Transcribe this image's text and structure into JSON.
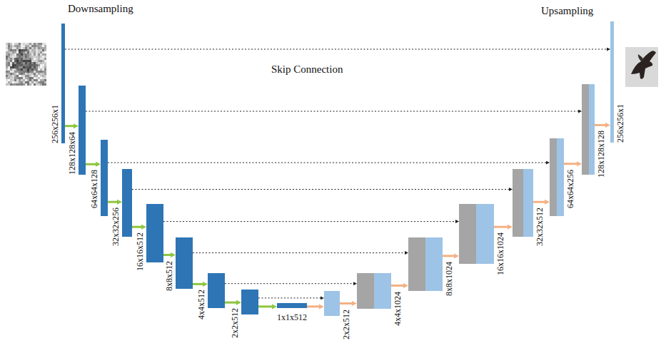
{
  "diagram": {
    "nodes": [
      {
        "text": [
          "256x256x1"
        ]
      },
      {
        "text": [
          "128x128x64"
        ]
      },
      {
        "text": [
          "64x64x128"
        ]
      },
      {
        "text": [
          "32x32x256"
        ]
      },
      {
        "text": [
          "16x16x512"
        ]
      },
      {
        "text": [
          "8x8x512"
        ]
      },
      {
        "text": [
          "4x4x512"
        ]
      },
      {
        "text": [
          "2x2x512"
        ]
      },
      {
        "text": [
          "1x1x512"
        ]
      },
      {
        "text": [
          "2x2x512"
        ]
      },
      {
        "text": [
          "4x4x1024"
        ]
      },
      {
        "text": [
          "8x8x1024"
        ]
      },
      {
        "text": [
          "16x16x1024"
        ]
      },
      {
        "text": [
          "32x32x512"
        ]
      },
      {
        "text": [
          "64x64x256"
        ]
      },
      {
        "text": [
          "128x128x128"
        ]
      },
      {
        "text": [
          "256x256x1"
        ]
      }
    ],
    "edges": [
      {
        "from": 0,
        "to": 1,
        "arrow": "to"
      },
      {
        "from": 1,
        "to": 2,
        "arrow": "to"
      },
      {
        "from": 2,
        "to": 3,
        "arrow": "to"
      },
      {
        "from": 3,
        "to": 4,
        "arrow": "to"
      },
      {
        "from": 4,
        "to": 5,
        "arrow": "to"
      },
      {
        "from": 5,
        "to": 6,
        "arrow": "to"
      },
      {
        "from": 6,
        "to": 7,
        "arrow": "to"
      },
      {
        "from": 7,
        "to": 8,
        "arrow": "to"
      },
      {
        "from": 8,
        "to": 9,
        "arrow": "to"
      },
      {
        "from": 9,
        "to": 10,
        "arrow": "to"
      },
      {
        "from": 10,
        "to": 11,
        "arrow": "to"
      },
      {
        "from": 11,
        "to": 12,
        "arrow": "to"
      },
      {
        "from": 12,
        "to": 13,
        "arrow": "to"
      },
      {
        "from": 13,
        "to": 14,
        "arrow": "to"
      },
      {
        "from": 14,
        "to": 15,
        "arrow": "to"
      },
      {
        "from": 15,
        "to": 16,
        "arrow": "to"
      },
      {
        "from": 0,
        "to": 16,
        "arrow": "to"
      },
      {
        "from": 1,
        "to": 15,
        "arrow": "to"
      },
      {
        "from": 2,
        "to": 14,
        "arrow": "to"
      },
      {
        "from": 3,
        "to": 13,
        "arrow": "to"
      },
      {
        "from": 4,
        "to": 12,
        "arrow": "to"
      },
      {
        "from": 5,
        "to": 11,
        "arrow": "to"
      },
      {
        "from": 6,
        "to": 10,
        "arrow": "to"
      },
      {
        "from": 7,
        "to": 9,
        "arrow": "to"
      }
    ],
    "labels": [
      "Downsampling",
      "Upsampling",
      "Skip Connection"
    ]
  }
}
